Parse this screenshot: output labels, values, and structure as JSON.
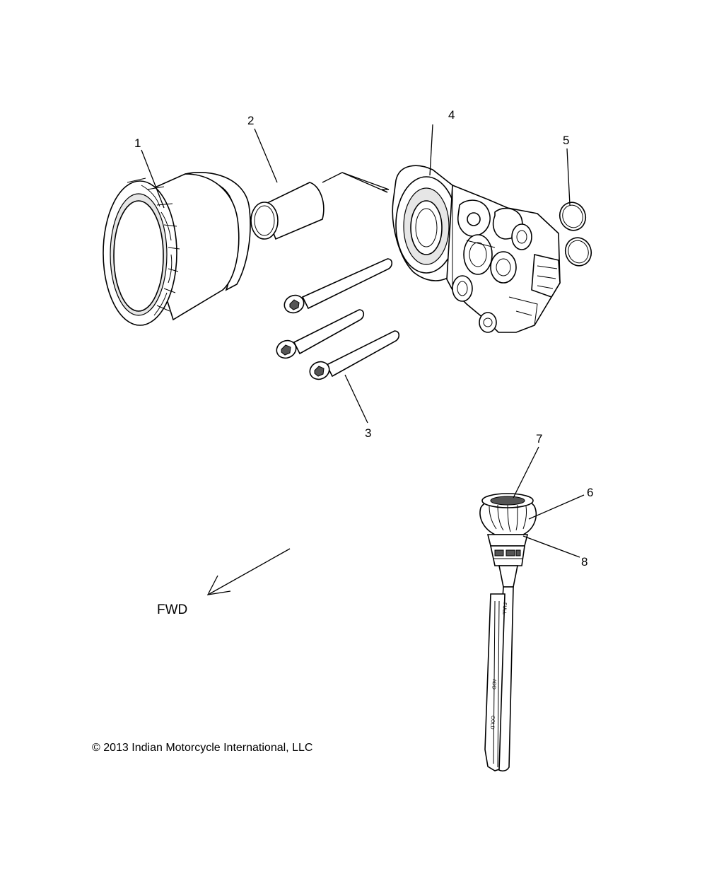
{
  "callouts": {
    "c1": "1",
    "c2": "2",
    "c3": "3",
    "c4": "4",
    "c5": "5",
    "c6": "6",
    "c7": "7",
    "c8": "8"
  },
  "direction_label": "FWD",
  "copyright": "© 2013 Indian Motorcycle International, LLC",
  "dipstick_markings": {
    "full": "FULL",
    "add": "ADD",
    "cold": "COLD"
  }
}
